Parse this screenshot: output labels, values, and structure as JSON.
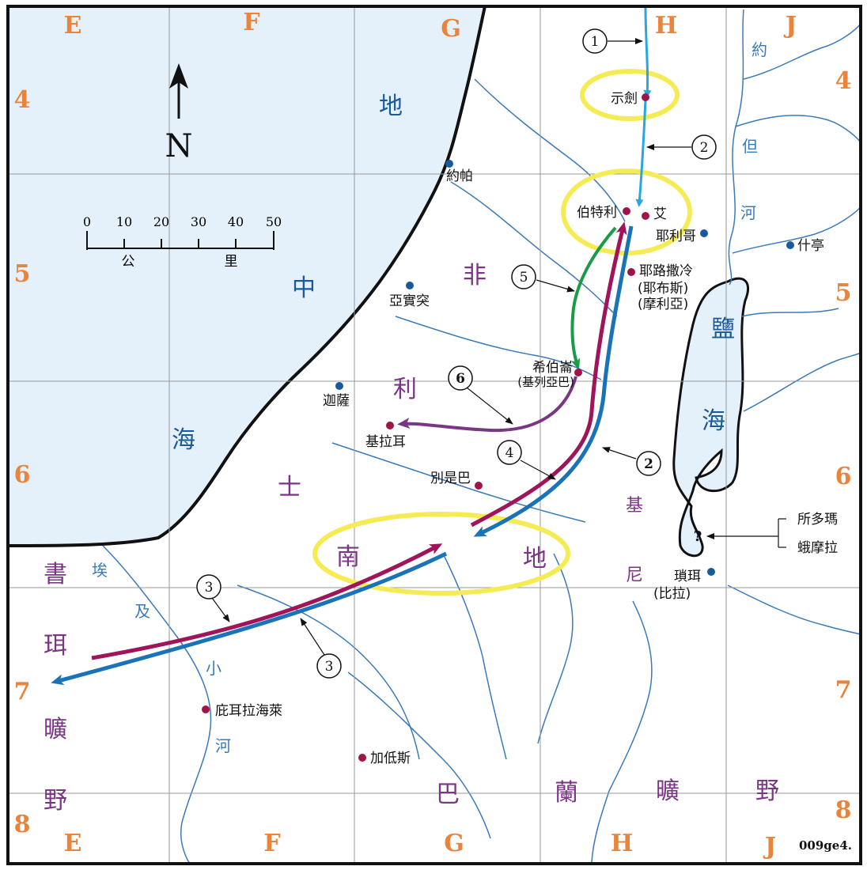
{
  "map_code": "009ge4.",
  "north_label": "N",
  "scale": {
    "ticks": [
      "0",
      "10",
      "20",
      "30",
      "40",
      "50"
    ],
    "unit_left": "公",
    "unit_right": "里"
  },
  "grid": {
    "columns_top": [
      "E",
      "F",
      "G",
      "H",
      "J"
    ],
    "columns_bottom": [
      "E",
      "F",
      "G",
      "H",
      "J"
    ],
    "rows_left": [
      "4",
      "5",
      "6",
      "7",
      "8"
    ],
    "rows_right": [
      "4",
      "5",
      "6",
      "7",
      "8"
    ]
  },
  "sea_labels": {
    "med_1": "地",
    "med_2": "中",
    "med_3": "海",
    "dead_sea_1": "鹽",
    "dead_sea_2": "海"
  },
  "region_labels": {
    "philistia_1": "非",
    "philistia_2": "利",
    "philistia_3": "士",
    "negev_1": "南",
    "negev_2": "地",
    "shur_1": "書",
    "shur_2": "珥",
    "shur_3": "曠",
    "shur_4": "野",
    "paran_1": "巴",
    "paran_2": "蘭",
    "paran_3": "曠",
    "paran_4": "野",
    "kenite_1": "基",
    "kenite_2": "尼"
  },
  "river_labels": {
    "jordan_1": "約",
    "jordan_2": "但",
    "jordan_3": "河",
    "egypt_1": "埃",
    "egypt_2": "及",
    "egypt_3": "小",
    "egypt_4": "河"
  },
  "cities": {
    "shechem": "示劍",
    "joppa": "約帕",
    "bethel": "伯特利",
    "ai": "艾",
    "jericho": "耶利哥",
    "succoth": "什亭",
    "jerusalem_1": "耶路撒冷",
    "jerusalem_2": "(耶布斯)",
    "jerusalem_3": "(摩利亞)",
    "ashdod": "亞實突",
    "hebron_1": "希伯崙",
    "hebron_2": "(基列亞巴)",
    "gaza": "迦薩",
    "gerar": "基拉耳",
    "beersheba": "別是巴",
    "zoar_1": "瑣珥",
    "zoar_2": "(比拉)",
    "sodom": "所多瑪",
    "gomorrah": "蛾摩拉",
    "beer_lahai_roi": "庇耳拉海萊",
    "kadesh": "加低斯"
  },
  "unknown_location_mark": "?",
  "route_markers": [
    "1",
    "2",
    "2",
    "3",
    "3",
    "4",
    "5",
    "6"
  ],
  "colors": {
    "sea": "#e4f1fb",
    "coast": "#111111",
    "river": "#3a7ab8",
    "grid_letter": "#e8843c",
    "route_blue_light": "#2aa6de",
    "route_blue": "#1a72b8",
    "route_red": "#a0145a",
    "route_green": "#1b9a47",
    "route_purple": "#7a3584",
    "highlight": "#f5ec55",
    "city_red": "#a0144a",
    "city_blue": "#1a5a9a"
  }
}
